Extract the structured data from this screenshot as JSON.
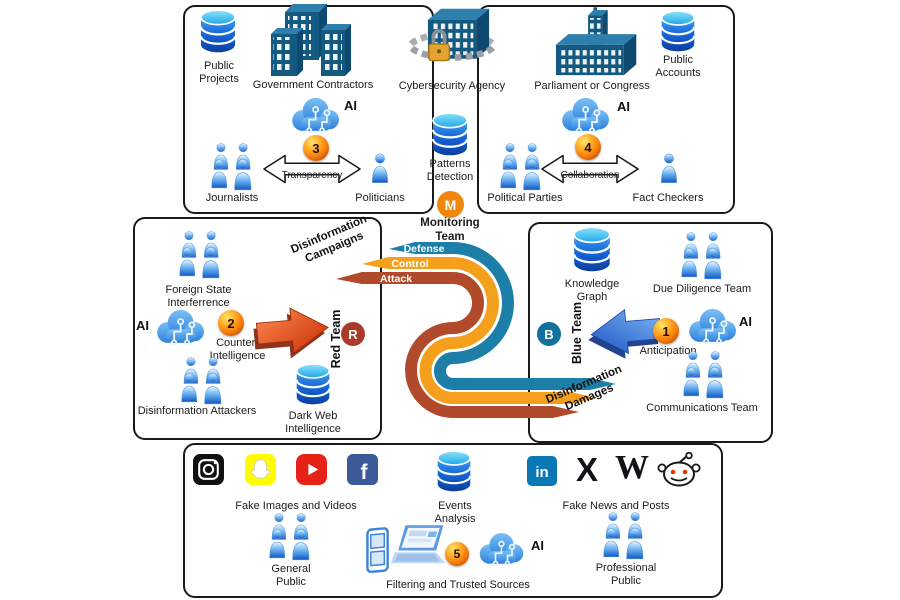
{
  "colors": {
    "defense_band": "#1d7fa7",
    "control_band": "#f5a01d",
    "attack_band": "#b14a2b",
    "step_ball": "#f4780a",
    "monitor_badge_bg": "#f0860b",
    "red_badge_bg": "#a93a2c",
    "blue_badge_bg": "#11719c",
    "building_blue": "#14597f",
    "box_border": "#1a1a1a"
  },
  "top_left_box": {
    "public_projects": "Public\nProjects",
    "government_contractors": "Government Contractors",
    "ai": "AI",
    "step": "3",
    "journalists": "Journalists",
    "transparency": "Transparency",
    "politicians": "Politicians"
  },
  "center_column": {
    "cybersecurity_agency": "Cybersecurity Agency",
    "patterns_detection": "Patterns\nDetection",
    "monitor_badge": "M",
    "monitoring_team": "Monitoring\nTeam"
  },
  "top_right_box": {
    "parliament": "Parliament or Congress",
    "public_accounts": "Public\nAccounts",
    "ai": "AI",
    "step": "4",
    "political_parties": "Political Parties",
    "collaboration": "Collaboration",
    "fact_checkers": "Fact Checkers"
  },
  "mid_left_box": {
    "foreign_state": "Foreign State Interferrence",
    "ai": "AI",
    "step": "2",
    "counter_intelligence": "Counter-\nIntelligence",
    "red_team": "Red Team",
    "red_badge": "R",
    "disinformation_attackers": "Disinformation Attackers",
    "dark_web": "Dark Web\nIntelligence"
  },
  "ribbon": {
    "campaigns": "Disinformation\nCampaigns",
    "damages": "Disinformation\nDamages",
    "defense": "Defense",
    "control": "Control",
    "attack": "Attack"
  },
  "mid_right_box": {
    "knowledge_graph": "Knowledge\nGraph",
    "due_diligence": "Due Diligence Team",
    "blue_badge": "B",
    "blue_team": "Blue Team",
    "step": "1",
    "anticipation": "Anticipation",
    "ai": "AI",
    "communications_team": "Communications Team"
  },
  "bottom_box": {
    "fake_images": "Fake Images and Videos",
    "events_analysis": "Events\nAnalysis",
    "fake_news": "Fake News and Posts",
    "general_public": "General\nPublic",
    "step": "5",
    "ai": "AI",
    "filtering": "Filtering and Trusted Sources",
    "professional_public": "Professional\nPublic",
    "x_glyph": "X",
    "w_glyph": "W",
    "linkedin_glyph": "in",
    "facebook_glyph": "f"
  }
}
